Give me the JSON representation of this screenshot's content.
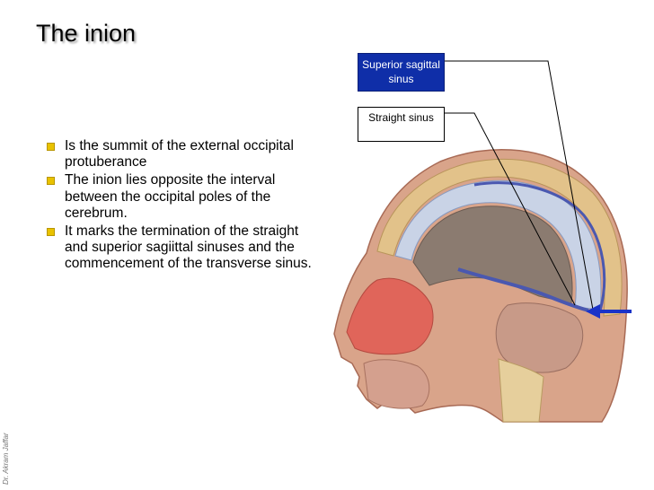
{
  "slide": {
    "title": "The inion",
    "bullets": [
      "Is the summit of the external occipital protuberance",
      "The inion lies opposite the interval between the occipital poles of the cerebrum.",
      "It marks the termination of the straight and superior sagiittal sinuses and the commencement of the transverse sinus."
    ],
    "labels": {
      "superior_sagittal_sinus": "Superior sagittal sinus",
      "straight_sinus": "Straight sinus"
    },
    "watermark": "Dr. Akram Jaffar",
    "colors": {
      "bullet": "#e9c200",
      "label_box_blue": "#0f2ea8",
      "arrow": "#1a33c8"
    }
  }
}
